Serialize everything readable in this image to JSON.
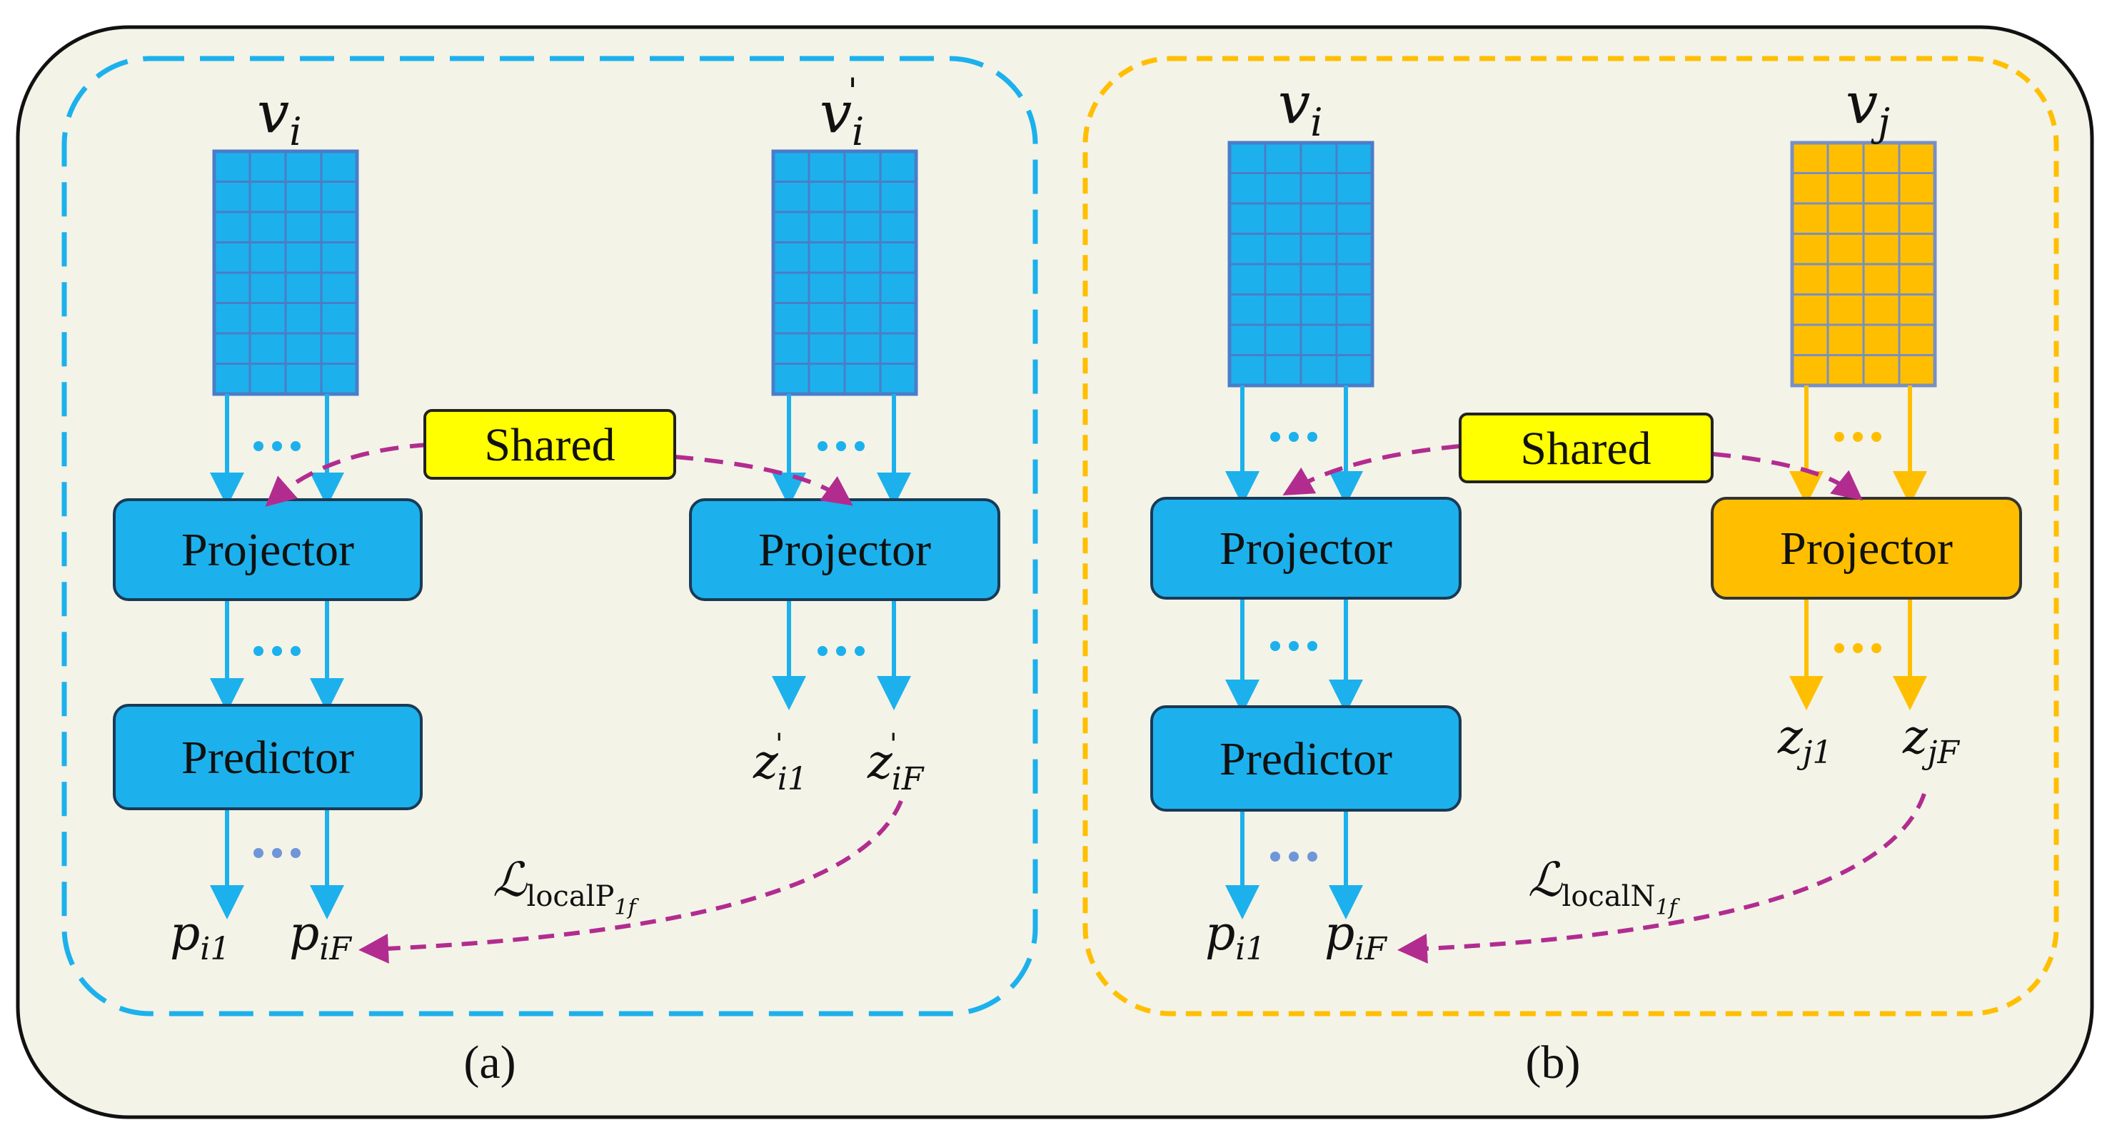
{
  "colors": {
    "panel_bg": "#f3f3e8",
    "blue": "#1cb1ec",
    "blue_stroke": "#1a3a55",
    "orange": "#ffbf00",
    "dots_light": "#6f96d8",
    "magenta": "#b22c8f",
    "shared_bg": "#ffff00"
  },
  "icons": {
    "feature_grid": "grid-icon",
    "arrow": "arrow-down-icon"
  },
  "panel_a": {
    "caption": "(a)",
    "shared_label": "Shared",
    "left_input": {
      "base": "v",
      "sub": "i"
    },
    "right_input": {
      "base": "v",
      "sup": "'",
      "sub": "i"
    },
    "left_projector": "Projector",
    "right_projector": "Projector",
    "predictor": "Predictor",
    "outputs_left": [
      {
        "base": "p",
        "sub": "i1"
      },
      {
        "base": "p",
        "sub": "iF"
      }
    ],
    "outputs_right": [
      {
        "base": "z",
        "sup": "'",
        "sub": "i1"
      },
      {
        "base": "z",
        "sup": "'",
        "sub": "iF"
      }
    ],
    "loss": {
      "base": "ℒ",
      "sub": "localP",
      "subsub": "1f"
    }
  },
  "panel_b": {
    "caption": "(b)",
    "shared_label": "Shared",
    "left_input": {
      "base": "v",
      "sub": "i"
    },
    "right_input": {
      "base": "v",
      "sub": "j"
    },
    "left_projector": "Projector",
    "right_projector": "Projector",
    "predictor": "Predictor",
    "outputs_left": [
      {
        "base": "p",
        "sub": "i1"
      },
      {
        "base": "p",
        "sub": "iF"
      }
    ],
    "outputs_right": [
      {
        "base": "z",
        "sub": "j1"
      },
      {
        "base": "z",
        "sub": "jF"
      }
    ],
    "loss": {
      "base": "ℒ",
      "sub": "localN",
      "subsub": "1f"
    }
  }
}
